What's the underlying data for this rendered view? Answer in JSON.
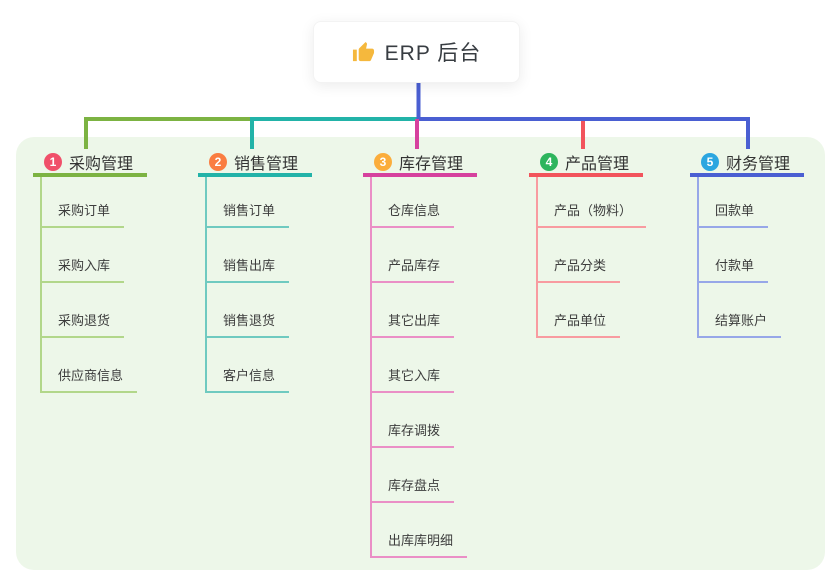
{
  "root": {
    "title": "ERP 后台",
    "icon": "thumbs-up-icon"
  },
  "colors": {
    "panel_bg": "#edf7e9",
    "root_line": "#4a5fd2",
    "card_bg": "#ffffff",
    "title_text": "#333333",
    "child_text": "#3d3d3d",
    "thumb_icon": "#f5b83d"
  },
  "branches": [
    {
      "number": "1",
      "title": "采购管理",
      "badge_color": "#f0506a",
      "line_color": "#7cb342",
      "child_line_color": "#b2d78a",
      "children": [
        "采购订单",
        "采购入库",
        "采购退货",
        "供应商信息"
      ]
    },
    {
      "number": "2",
      "title": "销售管理",
      "badge_color": "#fa7d41",
      "line_color": "#22b3a8",
      "child_line_color": "#6fcac0",
      "children": [
        "销售订单",
        "销售出库",
        "销售退货",
        "客户信息"
      ]
    },
    {
      "number": "3",
      "title": "库存管理",
      "badge_color": "#fbad3c",
      "line_color": "#d6419e",
      "child_line_color": "#ea8fc6",
      "children": [
        "仓库信息",
        "产品库存",
        "其它出库",
        "其它入库",
        "库存调拨",
        "库存盘点",
        "出库库明细"
      ]
    },
    {
      "number": "4",
      "title": "产品管理",
      "badge_color": "#2db55d",
      "line_color": "#f2545c",
      "child_line_color": "#f89ba0",
      "children": [
        "产品（物料）",
        "产品分类",
        "产品单位"
      ]
    },
    {
      "number": "5",
      "title": "财务管理",
      "badge_color": "#2ba6e0",
      "line_color": "#4a5fd2",
      "child_line_color": "#97a7e8",
      "children": [
        "回款单",
        "付款单",
        "结算账户"
      ]
    }
  ]
}
